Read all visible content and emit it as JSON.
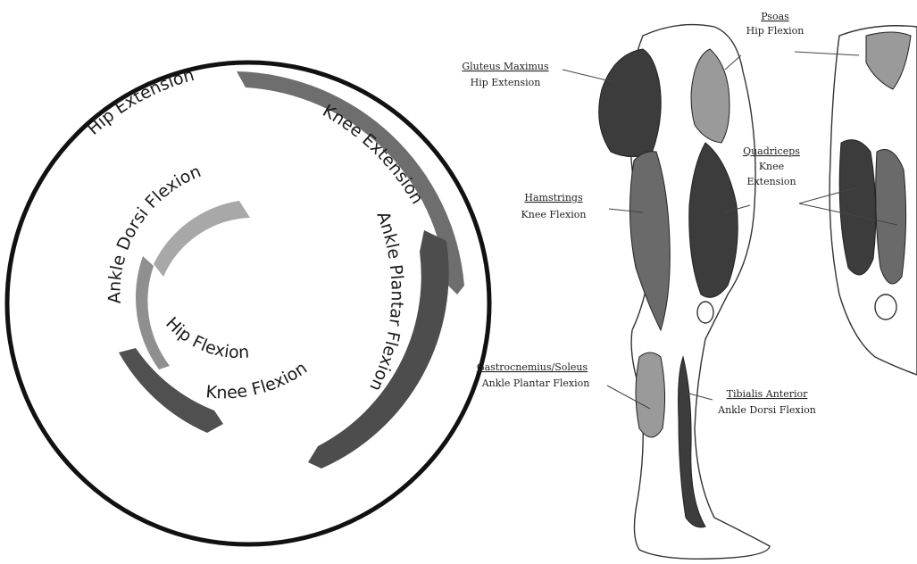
{
  "gait_wheel": {
    "arcs": [
      {
        "label": "Hip Extension",
        "color": "#6e6e6e"
      },
      {
        "label": "Knee Extension",
        "color": "#707070"
      },
      {
        "label": "Ankle Plantar Flexion",
        "color": "#4d4d4d"
      },
      {
        "label": "Ankle Dorsi Flexion",
        "color": "#a8a8a8"
      },
      {
        "label": "Hip Flexion",
        "color": "#8f8f8f"
      },
      {
        "label": "Knee Flexion",
        "color": "#505050"
      }
    ]
  },
  "muscles": {
    "psoas": {
      "name": "Psoas",
      "action": "Hip Flexion"
    },
    "gluteus": {
      "name": "Gluteus Maximus",
      "action": "Hip Extension"
    },
    "quadriceps": {
      "name": "Quadriceps",
      "action_line1": "Knee",
      "action_line2": "Extension"
    },
    "hamstrings": {
      "name": "Hamstrings",
      "action": "Knee Flexion"
    },
    "gastrocnemius": {
      "name": "Gastrocnemius/Soleus",
      "action": "Ankle Plantar Flexion"
    },
    "tibialis": {
      "name": "Tibialis Anterior",
      "action": "Ankle Dorsi Flexion"
    }
  },
  "colors": {
    "dark_muscle": "#3c3c3c",
    "mid_muscle": "#6a6a6a",
    "light_muscle": "#9a9a9a",
    "ink": "#222222"
  }
}
